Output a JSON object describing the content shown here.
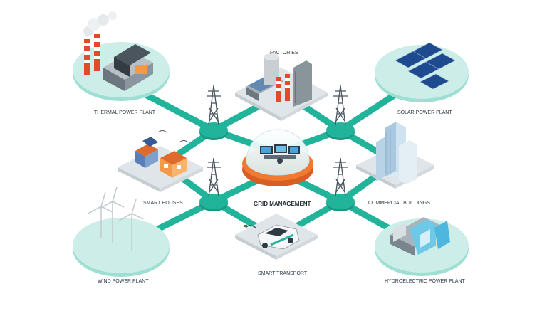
{
  "nodes": {
    "thermal": "THERMAL POWER PLANT",
    "factories": "FACTORIES",
    "solar": "SOLAR POWER PLANT",
    "houses": "SMART HOUSES",
    "grid": "GRID MANAGEMENT",
    "commercial": "COMMERCIAL BUILDINGS",
    "wind": "WIND POWER PLANT",
    "transport": "SMART TRANSPORT",
    "hydro": "HYDROELECTRIC POWER PLANT"
  },
  "colors": {
    "teal": "#22b39b",
    "teal_light": "#cdeee8",
    "teal_mid": "#8fd9cc",
    "tile_grey": "#e9eef0",
    "orange": "#f07a32"
  }
}
